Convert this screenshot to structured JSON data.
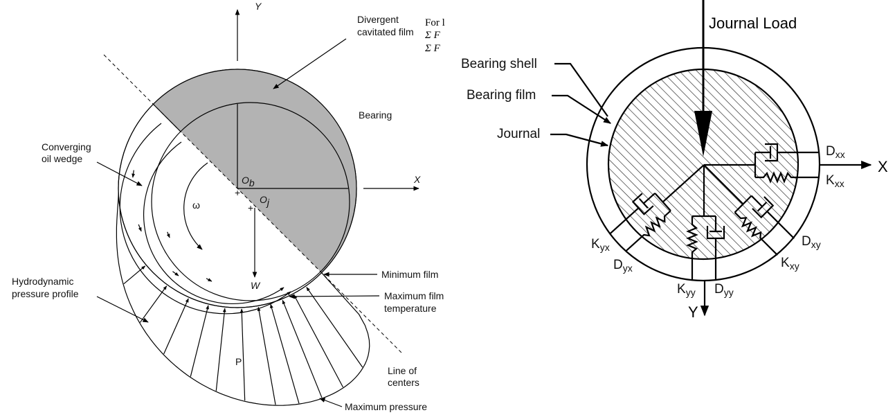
{
  "left_diagram": {
    "axis_y": "Y",
    "axis_x": "X",
    "divergent_1": "Divergent",
    "divergent_2": "cavitated film",
    "bearing": "Bearing",
    "converging_1": "Converging",
    "converging_2": "oil wedge",
    "ob_main": "O",
    "ob_sub": "b",
    "oj_main": "O",
    "oj_sub": "j",
    "omega": "ω",
    "load": "W",
    "hydro_1": "Hydrodynamic",
    "hydro_2": "pressure profile",
    "pressure": "P",
    "min_film": "Minimum film",
    "max_temp_1": "Maximum film",
    "max_temp_2": "temperature",
    "line_centers_1": "Line of",
    "line_centers_2": "centers",
    "max_pressure": "Maximum pressure",
    "cavitated_color": "#b3b3b3"
  },
  "fragment_text": {
    "line1": "For l",
    "line2": "Σ  F",
    "line3": "Σ  F"
  },
  "right_diagram": {
    "journal_load": "Journal Load",
    "bearing_shell": "Bearing shell",
    "bearing_film": "Bearing film",
    "journal": "Journal",
    "axis_x": "X",
    "axis_y": "Y",
    "coefficients": {
      "dxx": {
        "main": "D",
        "sub": "xx"
      },
      "kxx": {
        "main": "K",
        "sub": "xx"
      },
      "kyx": {
        "main": "K",
        "sub": "yx"
      },
      "dyx": {
        "main": "D",
        "sub": "yx"
      },
      "dxy": {
        "main": "D",
        "sub": "xy"
      },
      "kxy": {
        "main": "K",
        "sub": "xy"
      },
      "kyy": {
        "main": "K",
        "sub": "yy"
      },
      "dyy": {
        "main": "D",
        "sub": "yy"
      }
    }
  }
}
